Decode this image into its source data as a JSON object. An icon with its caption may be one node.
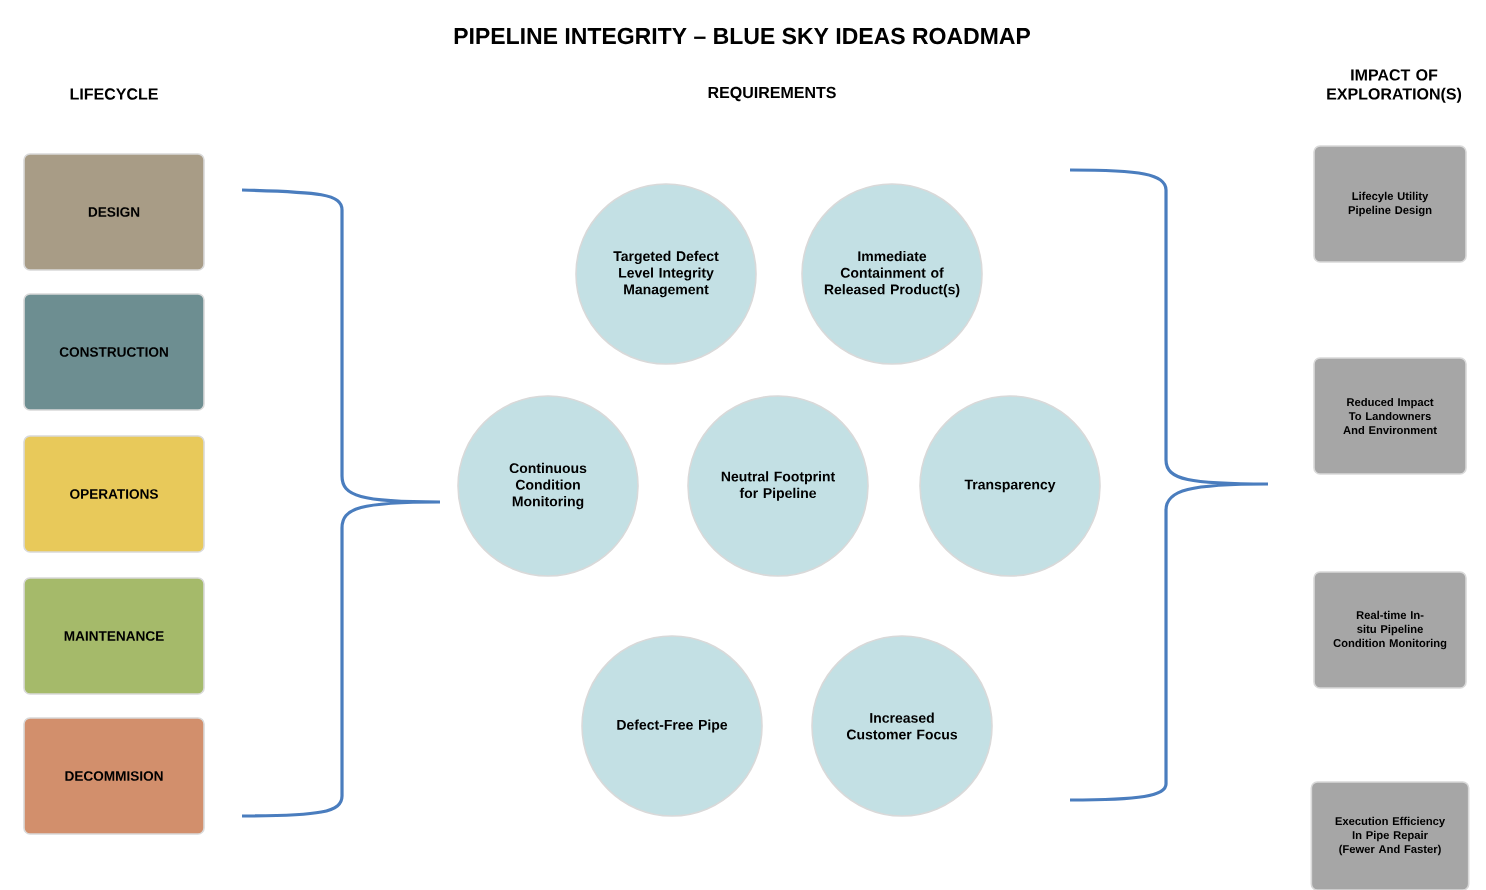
{
  "diagram": {
    "title": "PIPELINE INTEGRITY – BLUE SKY IDEAS ROADMAP",
    "nodes": [
      {
        "text": [
          "DESIGN"
        ]
      },
      {
        "text": [
          "CONSTRUCTION"
        ]
      },
      {
        "text": [
          "OPERATIONS"
        ]
      },
      {
        "text": [
          "MAINTENANCE"
        ]
      },
      {
        "text": [
          "DECOMMISION"
        ]
      },
      {
        "text": [
          "Targeted Defect Level Integrity Management"
        ]
      },
      {
        "text": [
          "Immediate Containment of Released Product(s)"
        ]
      },
      {
        "text": [
          "Continuous Condition Monitoring"
        ]
      },
      {
        "text": [
          "Neutral Footprint for Pipeline"
        ]
      },
      {
        "text": [
          "Transparency"
        ]
      },
      {
        "text": [
          "Defect-Free Pipe"
        ]
      },
      {
        "text": [
          "Increased Customer Focus"
        ]
      },
      {
        "text": [
          "Lifecyle Utility Pipeline Design"
        ]
      },
      {
        "text": [
          "Reduced Impact To Landowners And Environment"
        ]
      },
      {
        "text": [
          "Real-time In-situ Pipeline Condition Monitoring"
        ]
      },
      {
        "text": [
          "Execution Efficiency In Pipe Repair (Fewer And Faster)"
        ]
      }
    ],
    "labels": [
      "LIFECYCLE",
      "REQUIREMENTS",
      "IMPACT OF EXPLORATION(S)"
    ]
  }
}
